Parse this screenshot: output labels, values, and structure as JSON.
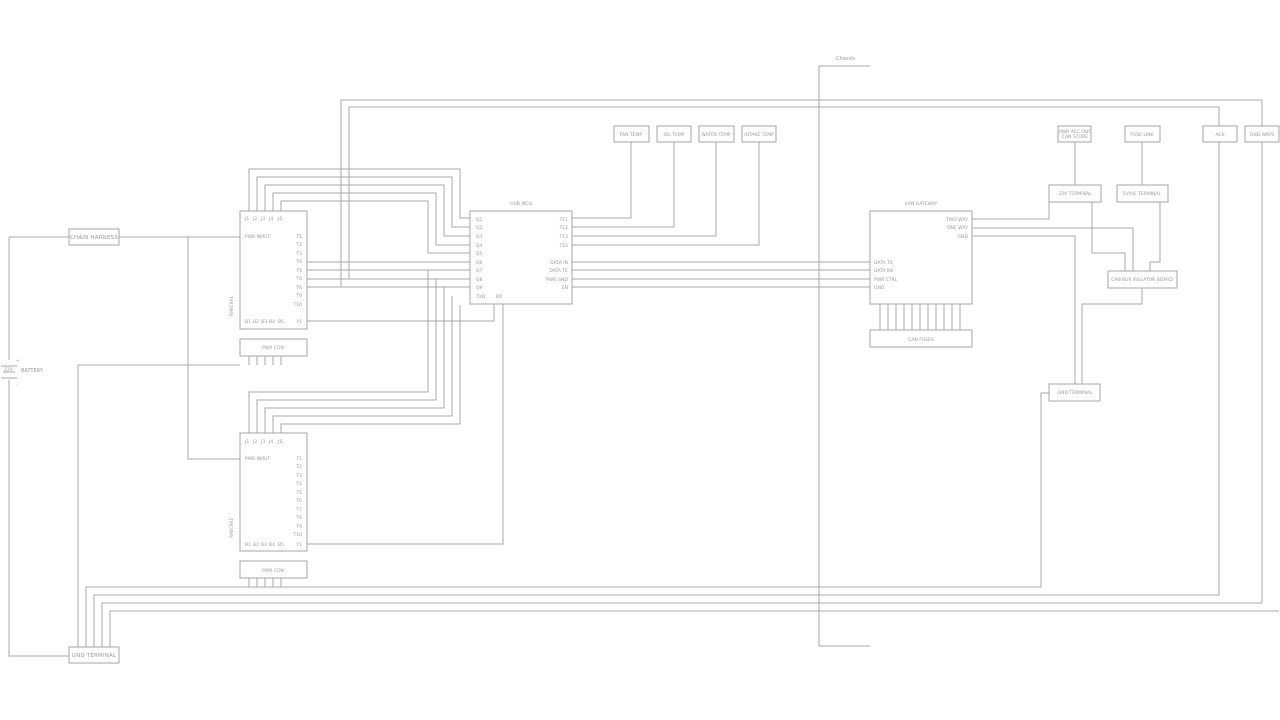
{
  "diagram": {
    "chassis_label": "Chassis",
    "battery": {
      "label": "BATTERY",
      "value": "12V",
      "plus": "+",
      "minus": "-"
    },
    "chain_harness": "CHAIN HARNESS",
    "gnd_terminal_left": "GND TERMINAL",
    "ecu_a": {
      "model": "RM/CPA1",
      "pins_top": [
        "J1",
        "J2",
        "J3",
        "J4",
        "J5"
      ],
      "left_label": "PWR INPUT",
      "pins_right": [
        "T1",
        "T2",
        "T3",
        "T4",
        "T5",
        "T6",
        "T8",
        "T9",
        "T10",
        "Y1"
      ],
      "pins_bottom": [
        "B1",
        "B2",
        "B3",
        "B4",
        "B5"
      ],
      "connector": "PWR CON"
    },
    "ecu_b": {
      "model": "RM/CPA2",
      "pins_top": [
        "J1",
        "J2",
        "J3",
        "J4",
        "J5"
      ],
      "left_label": "PWR INPUT",
      "pins_right": [
        "T1",
        "T2",
        "T3",
        "T4",
        "T5",
        "T6",
        "T7",
        "T8",
        "T9",
        "T10",
        "Y1"
      ],
      "pins_bottom": [
        "B1",
        "B2",
        "B3",
        "B4",
        "B5"
      ],
      "connector": "PWR CON"
    },
    "hub": {
      "title": "HUB MCU",
      "left_pins": [
        "Q1",
        "Q2",
        "Q3",
        "Q4",
        "Q5",
        "Q6",
        "Q7",
        "Q8",
        "Q9",
        "TXD"
      ],
      "bottom_pin": "RX",
      "right_pins": [
        "T11",
        "T12",
        "T13",
        "T14",
        "DATA IN",
        "DATA TE",
        "PWR GND",
        "EN"
      ]
    },
    "sensors_top": [
      "FAN TEMP",
      "OIL TEMP",
      "WATER TEMP",
      "INTAKE TEMP"
    ],
    "gateway": {
      "title": "CAN GATEWAY",
      "right_pins": [
        "TWO WAY",
        "ONE WAY",
        "GND"
      ],
      "left_pins": [
        "DATA TX",
        "DATA RX",
        "PWR CTRL",
        "GND"
      ],
      "fuse_block": "CAN FUSES"
    },
    "right_top_boxes": [
      "PWR ACC OUT\nCAN STORE",
      "FUSE LINK",
      "ACK",
      "GND WAYS"
    ],
    "terminals": {
      "t12v": "12V TERMINAL",
      "t5v": "5V/HC TERMINAL",
      "divider": "CAN BUS ISOLATOR BOARD",
      "gnd_right": "GND TERMINAL"
    }
  }
}
